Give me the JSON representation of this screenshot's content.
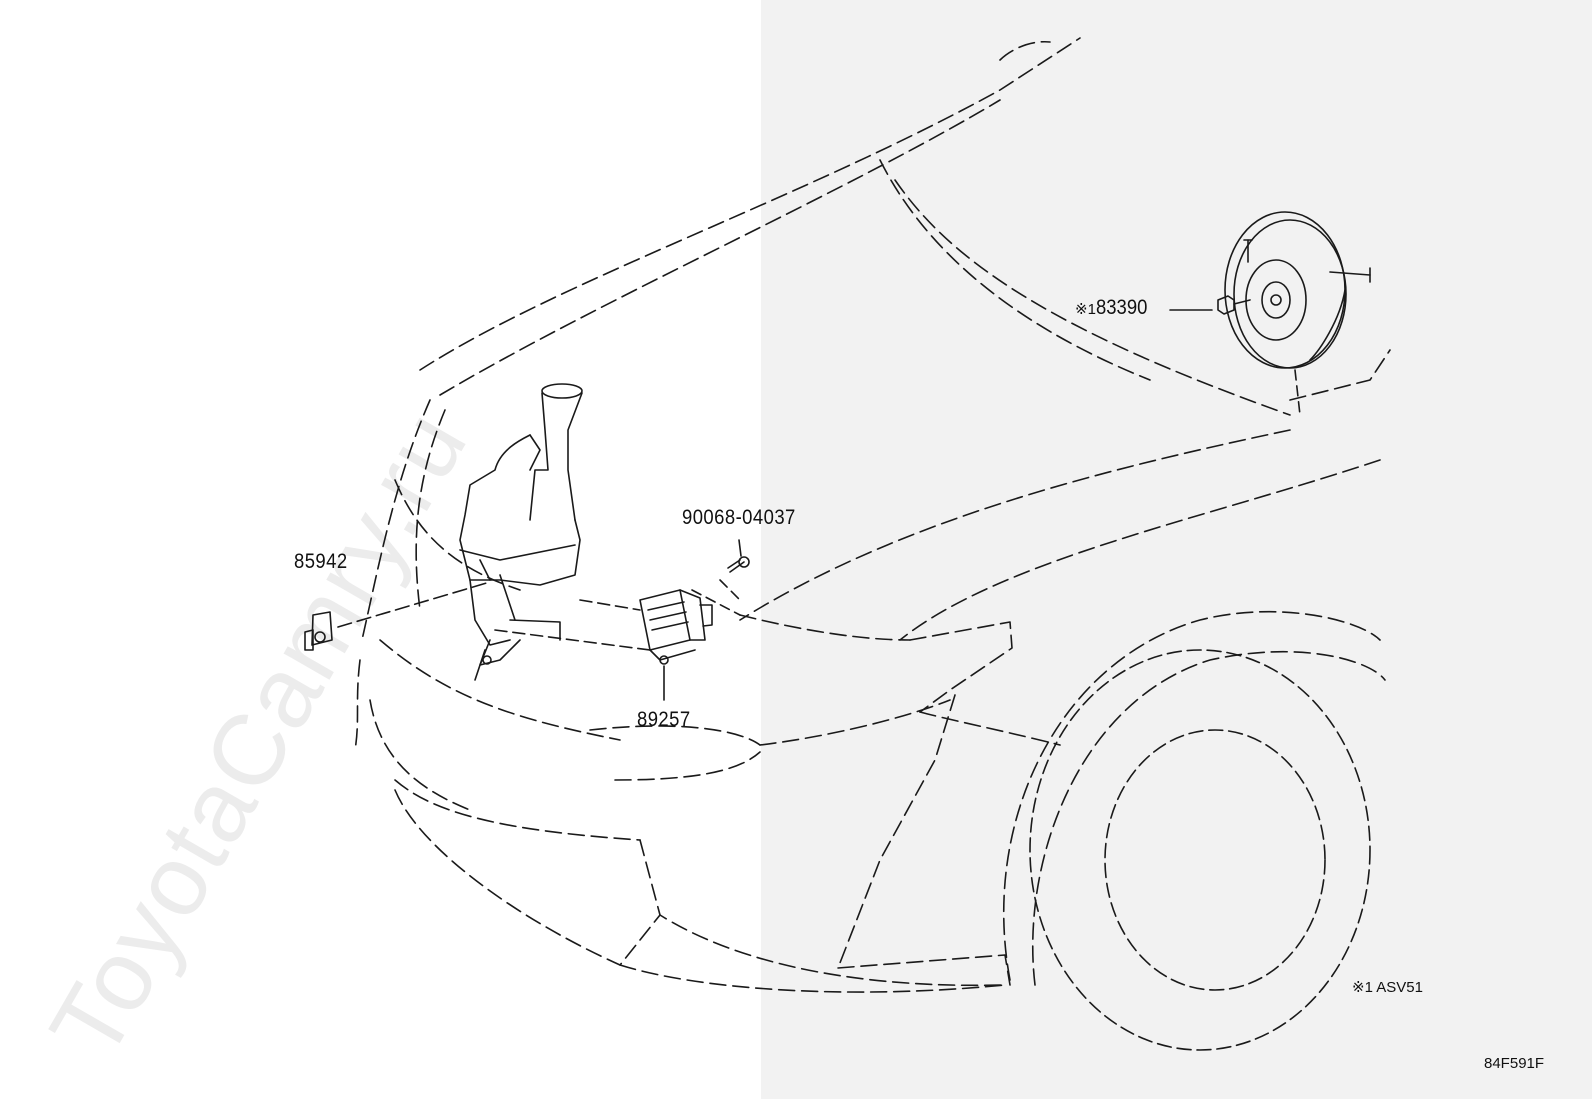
{
  "watermark": "ToyotaCamry.ru",
  "part_numbers": {
    "p85942": "85942",
    "p90068": "90068-04037",
    "p89257": "89257",
    "p183390_mark": "※1",
    "p183390": "83390"
  },
  "note": "※1 ASV51",
  "diagram_code": "84F591F",
  "colors": {
    "line": "#1a1a1a",
    "panel": "#f2f2f2",
    "watermark": "#ececec"
  }
}
